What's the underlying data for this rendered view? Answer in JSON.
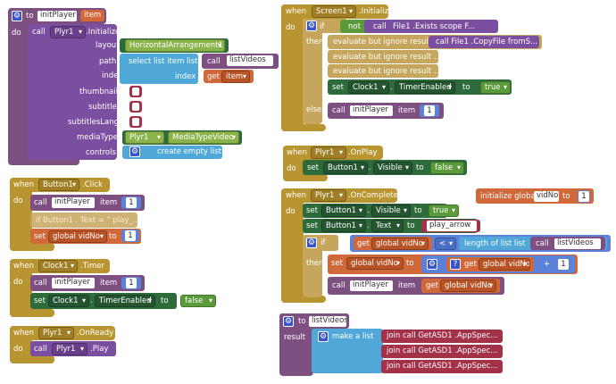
{
  "colors": {
    "procedure": "#7e5081",
    "procedureDark": "#6a3f6d",
    "event": "#b99531",
    "eventDark": "#9f7e25",
    "component": "#7b4fa0",
    "componentDark": "#6a3f8a",
    "text": "#a33148",
    "list": "#4fa8d8",
    "logic": "#5b9a3a",
    "math": "#5c81d8",
    "variable": "#d0683a",
    "setter": "#2e6b3a",
    "tan": "#c6a65d",
    "dropdown": "#8ab44a"
  },
  "left": {
    "initPlayer": {
      "to": "to",
      "name": "initPlayer",
      "param": "item",
      "do": "do",
      "call": "call",
      "component": "Plyr1",
      "method": ".Initialize",
      "args": {
        "layout": "layout",
        "path": "path",
        "index": "index",
        "thumbnail": "thumbnail",
        "subtitle": "subtitle",
        "subtitlesLang": "subtitlesLang",
        "mediaType": "mediaType",
        "controls": "controls"
      },
      "layoutValue": "HorizontalArrangement1",
      "selectListItem": "select list item  list",
      "callWord": "call",
      "listVideos": "listVideos",
      "indexWord": "index",
      "getWord": "get",
      "getItem": "item",
      "mediaComponent": "Plyr1",
      "mediaValue": "MediaTypeVideo",
      "createEmpty": "create empty list"
    },
    "button1Click": {
      "when": "when",
      "component": "Button1",
      "event": ".Click",
      "do": "do",
      "call": "call",
      "proc": "initPlayer",
      "item": "item",
      "num": "1",
      "disabledText": "if Button1 . Text = \" play_...",
      "set": "set",
      "var": "global vidNo",
      "to": "to",
      "num2": "1"
    },
    "clock1Timer": {
      "when": "when",
      "component": "Clock1",
      "event": ".Timer",
      "do": "do",
      "call": "call",
      "proc": "initPlayer",
      "item": "item",
      "num": "1",
      "set": "set",
      "comp": "Clock1",
      "prop": "TimerEnabled",
      "to": "to",
      "value": "false"
    },
    "plyrReady": {
      "when": "when",
      "component": "Plyr1",
      "event": ".OnReady",
      "do": "do",
      "call": "call",
      "comp": "Plyr1",
      "method": ".Play"
    }
  },
  "right": {
    "screenInit": {
      "when": "when",
      "component": "Screen1",
      "event": ".Initialize",
      "do": "do",
      "if": "if",
      "not": "not",
      "callWord": "call",
      "existsCall": "File1 .Exists scope F...",
      "then": "then",
      "eval1": "evaluate but ignore result",
      "eval1call": "call  File1 .CopyFile fromS...",
      "eval2": "evaluate but ignore result ...",
      "eval3": "evaluate but ignore result ...",
      "set": "set",
      "comp": "Clock1",
      "prop": "TimerEnabled",
      "to": "to",
      "value": "true",
      "else": "else",
      "elseCall": "call",
      "proc": "initPlayer",
      "item": "item",
      "num": "1"
    },
    "plyrPlay": {
      "when": "when",
      "component": "Plyr1",
      "event": ".OnPlay",
      "do": "do",
      "set": "set",
      "comp": "Button1",
      "prop": "Visible",
      "to": "to",
      "value": "false"
    },
    "plyrComplete": {
      "when": "when",
      "component": "Plyr1",
      "event": ".OnComplete",
      "do": "do",
      "set": "set",
      "comp": "Button1",
      "prop1": "Visible",
      "to": "to",
      "value1": "true",
      "prop2": "Text",
      "value2": "play_arrow",
      "if": "if",
      "get": "get",
      "var": "global vidNo",
      "op": "<",
      "lengthOf": "length of list  list",
      "callWord": "call",
      "listVideos": "listVideos",
      "then": "then",
      "setVar": "global vidNo",
      "plus": "+",
      "one": "1",
      "call2": "call",
      "proc": "initPlayer",
      "item": "item",
      "getVar": "global vidNo"
    },
    "globalInit": {
      "label": "initialize global",
      "name": "vidNo",
      "to": "to",
      "value": "1"
    },
    "listVideosProc": {
      "to": "to",
      "name": "listVideos",
      "result": "result",
      "makeList": "make a list",
      "items": [
        "join call  GetASD1 .AppSpec...",
        "join call  GetASD1 .AppSpec...",
        "join call  GetASD1 .AppSpec..."
      ]
    }
  }
}
